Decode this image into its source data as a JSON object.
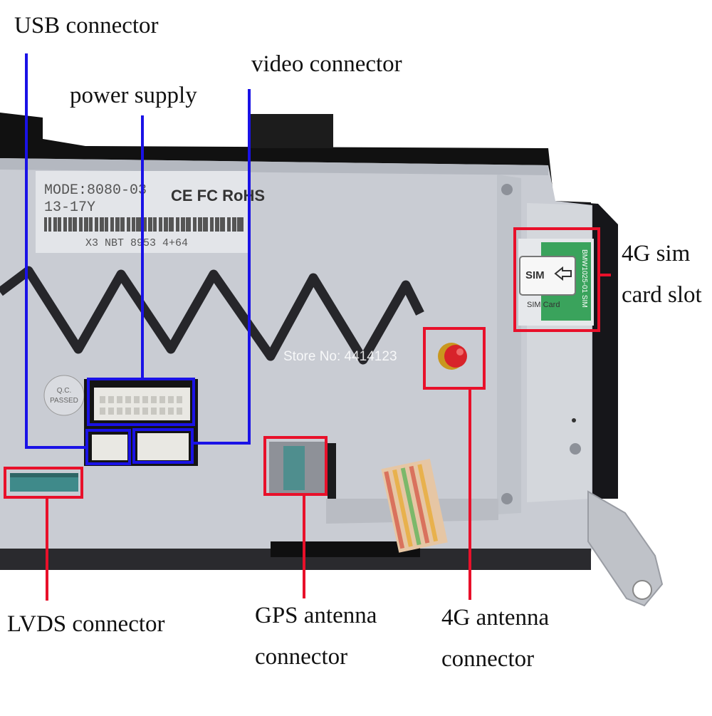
{
  "labels": {
    "usb": "USB connector",
    "power": "power supply",
    "video": "video connector",
    "sim_line1": "4G sim",
    "sim_line2": "card slot",
    "lvds": "LVDS connector",
    "gps_line1": "GPS antenna",
    "gps_line2": "connector",
    "ant4g_line1": "4G antenna",
    "ant4g_line2": "connector"
  },
  "device": {
    "model_line": "MODE:8080-03",
    "date_line": "13-17Y",
    "serial_line": "X3 NBT 8953 4+64",
    "cert_marks": "CE FC RoHS",
    "qc_line1": "Q.C.",
    "qc_line2": "PASSED",
    "sim_tray_text": "SIM",
    "sim_card_text": "SIM Card",
    "sim_card_code": "BMW1025-01 SIM",
    "watermark": "Store No: 4414123"
  },
  "colors": {
    "blue_callout": "#1a12e6",
    "red_callout": "#e8102a",
    "housing_metal": "#cdd0d6",
    "connector_body": "#e9e8e3",
    "antenna_gold": "#c9971e",
    "antenna_cap": "#d8232a",
    "gps_port_teal": "#4f8e8e"
  }
}
